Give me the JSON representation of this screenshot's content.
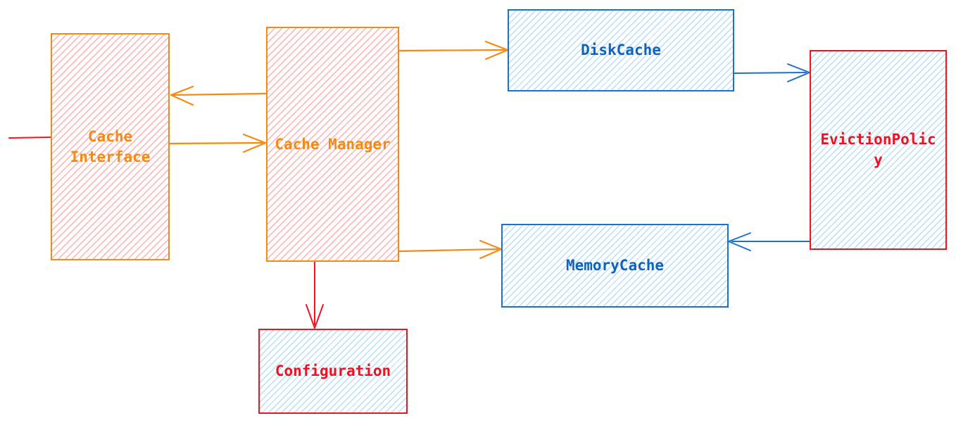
{
  "palette": {
    "orange": "#f58a13",
    "blue": "#1a73c9",
    "blue-text": "#0f63c0",
    "red": "#f6111d",
    "red-text": "#ee1220",
    "pink-hatch": "#f6b1b1",
    "blue-hatch": "#b9ddf4"
  },
  "nodes": [
    {
      "id": "cache-interface",
      "label": "Cache Interface",
      "border": "orange",
      "text": "orange",
      "fill": "pink-hatch"
    },
    {
      "id": "cache-manager",
      "label": "Cache Manager",
      "border": "orange",
      "text": "orange",
      "fill": "pink-hatch"
    },
    {
      "id": "disk-cache",
      "label": "DiskCache",
      "border": "blue",
      "text": "blue",
      "fill": "blue-hatch"
    },
    {
      "id": "eviction-policy",
      "label": "EvictionPolicy",
      "border": "red",
      "text": "red",
      "fill": "blue-hatch"
    },
    {
      "id": "memory-cache",
      "label": "MemoryCache",
      "border": "blue",
      "text": "blue",
      "fill": "blue-hatch"
    },
    {
      "id": "configuration",
      "label": "Configuration",
      "border": "red",
      "text": "red",
      "fill": "blue-hatch"
    }
  ],
  "edges": [
    {
      "from": "offscreen-left",
      "to": "Cache Interface",
      "color": "red",
      "arrowhead": false
    },
    {
      "from": "Cache Manager",
      "to": "Cache Interface",
      "color": "orange",
      "arrowhead": true
    },
    {
      "from": "Cache Interface",
      "to": "Cache Manager",
      "color": "orange",
      "arrowhead": true
    },
    {
      "from": "Cache Manager",
      "to": "DiskCache",
      "color": "orange",
      "arrowhead": true
    },
    {
      "from": "DiskCache",
      "to": "EvictionPolicy",
      "color": "blue",
      "arrowhead": true
    },
    {
      "from": "Cache Manager",
      "to": "MemoryCache",
      "color": "orange",
      "arrowhead": true
    },
    {
      "from": "EvictionPolicy",
      "to": "MemoryCache",
      "color": "blue",
      "arrowhead": true
    },
    {
      "from": "Cache Manager",
      "to": "Configuration",
      "color": "red",
      "arrowhead": true
    }
  ]
}
